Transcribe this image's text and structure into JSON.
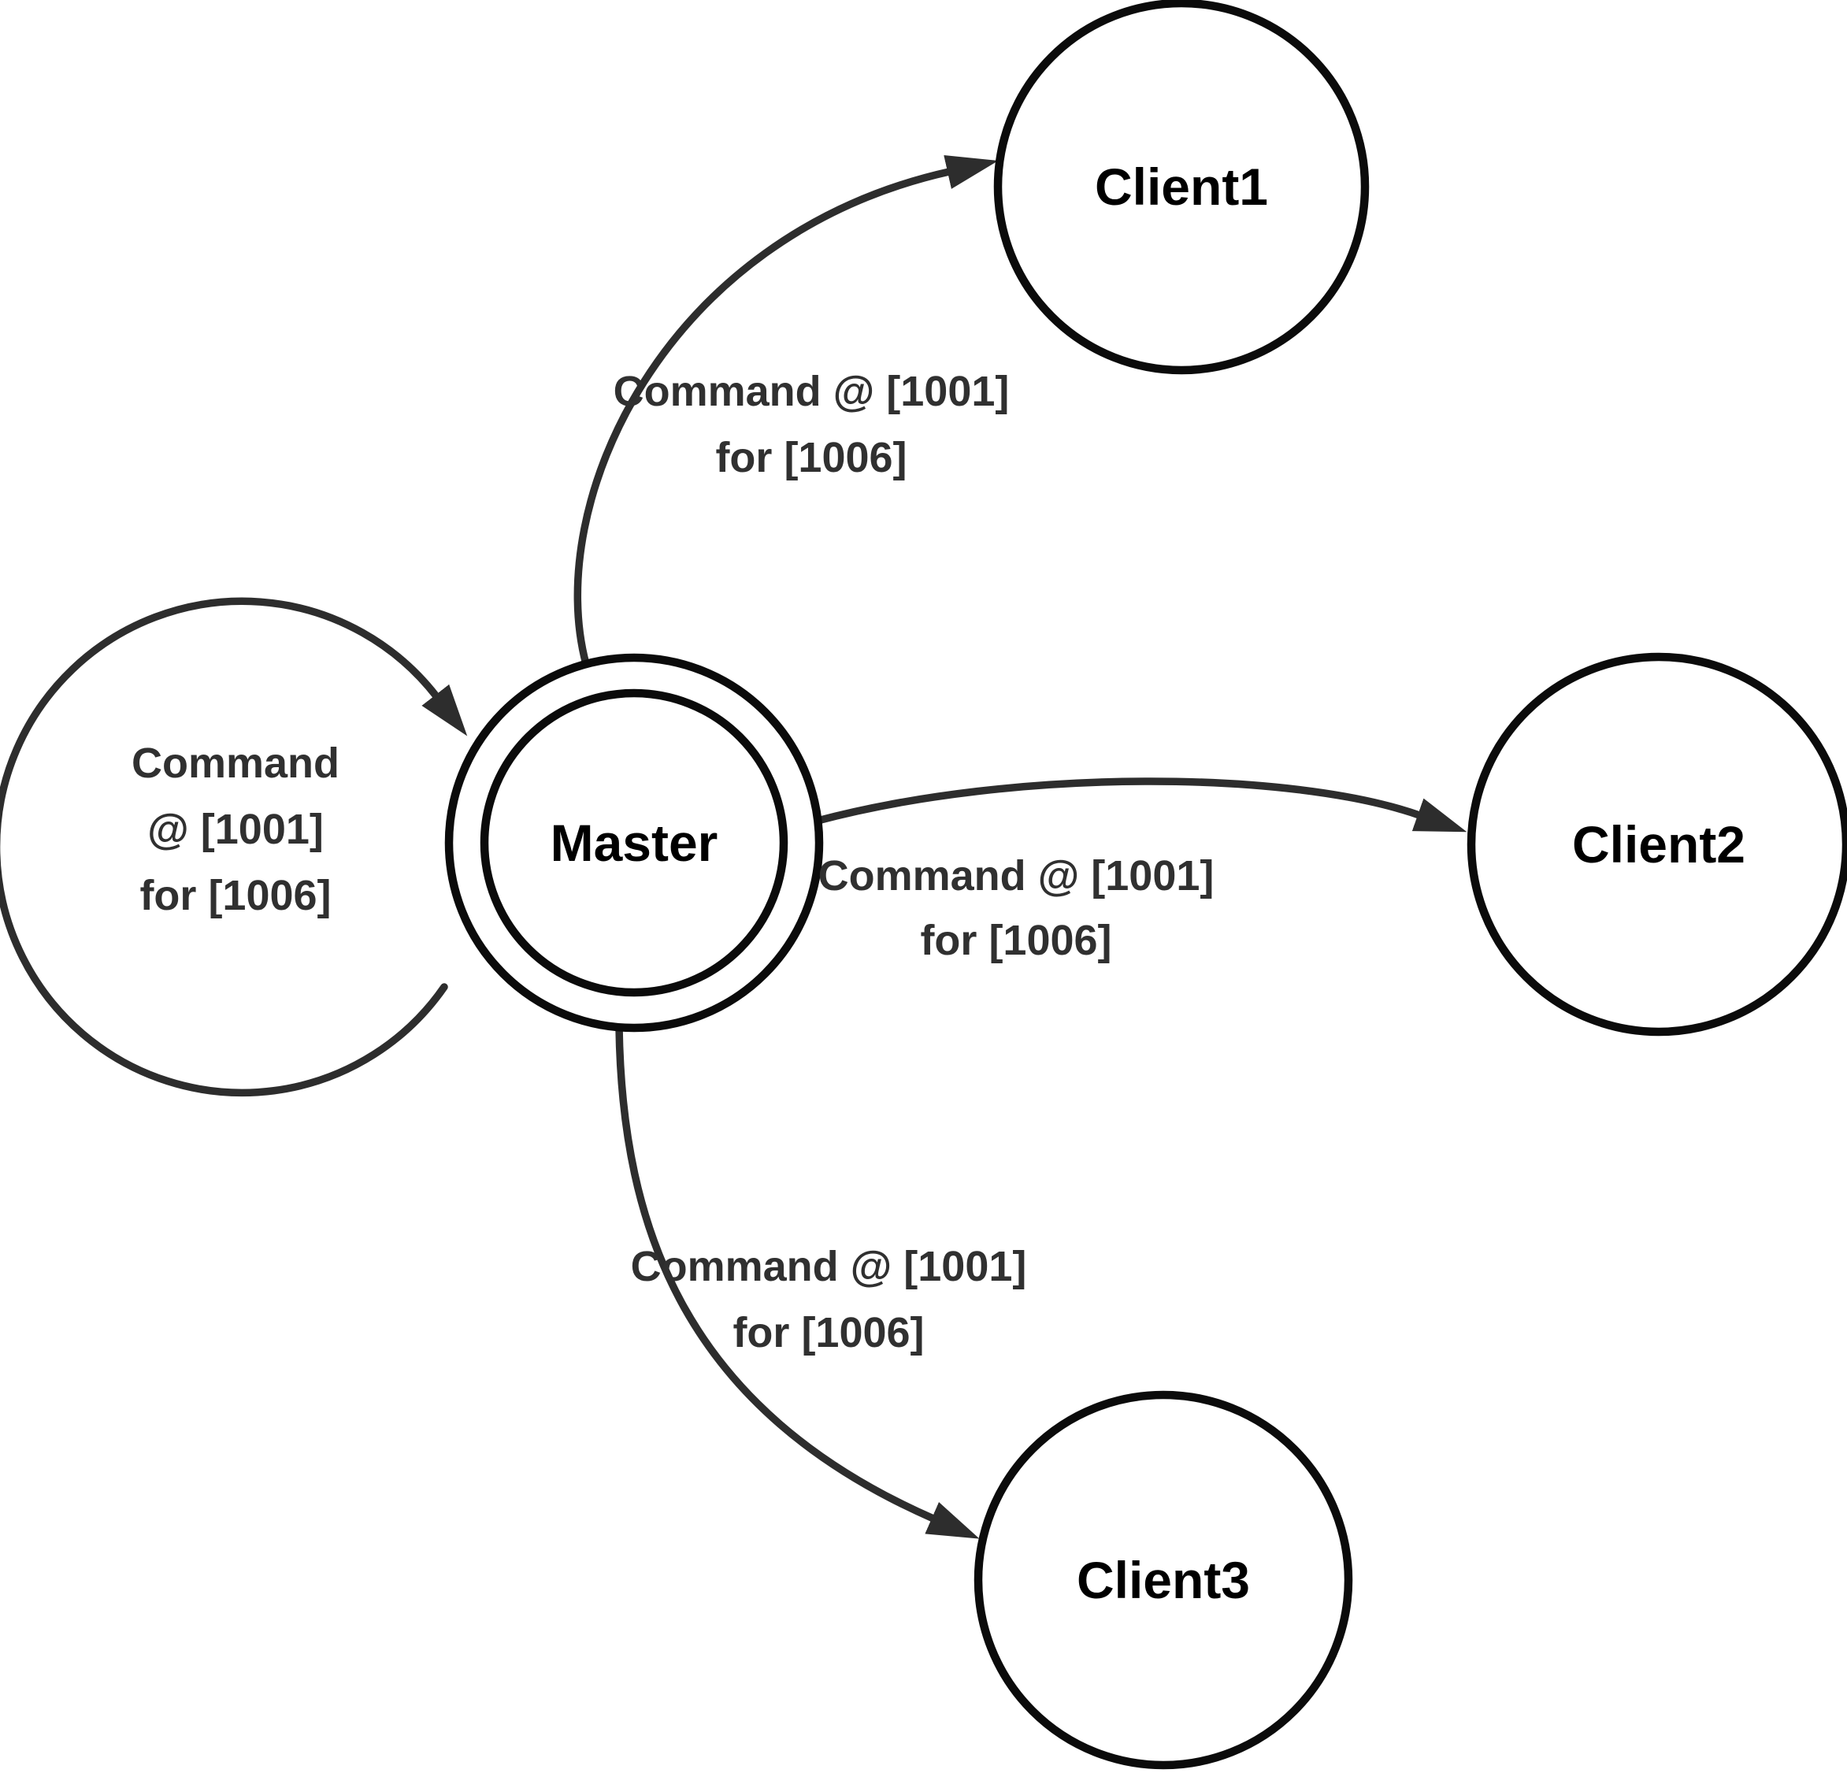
{
  "diagram": {
    "type": "state-diagram",
    "colors": {
      "background": "#ffffff",
      "node_stroke": "#0b0b0b",
      "node_text": "#000000",
      "edge_stroke": "#2d2d2d",
      "edge_text": "#303030"
    },
    "nodes": [
      {
        "id": "master",
        "label": "Master",
        "shape": "double-circle"
      },
      {
        "id": "client1",
        "label": "Client1",
        "shape": "circle"
      },
      {
        "id": "client2",
        "label": "Client2",
        "shape": "circle"
      },
      {
        "id": "client3",
        "label": "Client3",
        "shape": "circle"
      }
    ],
    "edges": [
      {
        "from": "Master",
        "to": "Master",
        "kind": "self-loop",
        "label_lines": [
          "Command",
          "@ [1001]",
          "for [1006]"
        ]
      },
      {
        "from": "Master",
        "to": "Client1",
        "kind": "curve",
        "label_lines": [
          "Command @ [1001]",
          "for [1006]"
        ]
      },
      {
        "from": "Master",
        "to": "Client2",
        "kind": "curve",
        "label_lines": [
          "Command @ [1001]",
          "for [1006]"
        ]
      },
      {
        "from": "Master",
        "to": "Client3",
        "kind": "curve",
        "label_lines": [
          "Command @ [1001]",
          "for [1006]"
        ]
      }
    ]
  }
}
